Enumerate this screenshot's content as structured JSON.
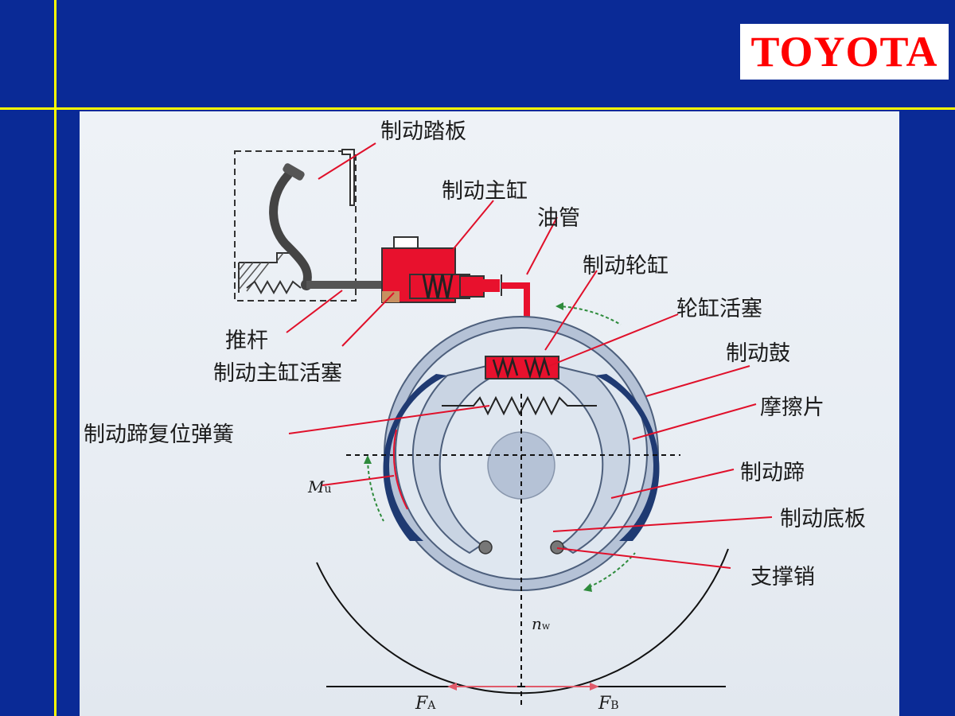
{
  "logo": {
    "text": "TOYOTA"
  },
  "colors": {
    "background": "#0a2a96",
    "rule": "#ffff00",
    "logo_text": "#ff0000",
    "leader": "#e0102a"
  },
  "labels": {
    "brake_pedal": "制动踏板",
    "master_cylinder": "制动主缸",
    "oil_pipe": "油管",
    "wheel_cylinder": "制动轮缸",
    "wheel_cylinder_piston": "轮缸活塞",
    "brake_drum": "制动鼓",
    "friction_lining": "摩擦片",
    "brake_shoe": "制动蹄",
    "brake_backplate": "制动底板",
    "support_pin": "支撑销",
    "push_rod": "推杆",
    "master_cylinder_piston": "制动主缸活塞",
    "shoe_return_spring": "制动蹄复位弹簧"
  },
  "symbols": {
    "mu_main": "M",
    "mu_sub": "u",
    "nw_main": "n",
    "nw_sub": "w",
    "fa_main": "F",
    "fa_sub": "A",
    "fb_main": "F",
    "fb_sub": "B"
  }
}
